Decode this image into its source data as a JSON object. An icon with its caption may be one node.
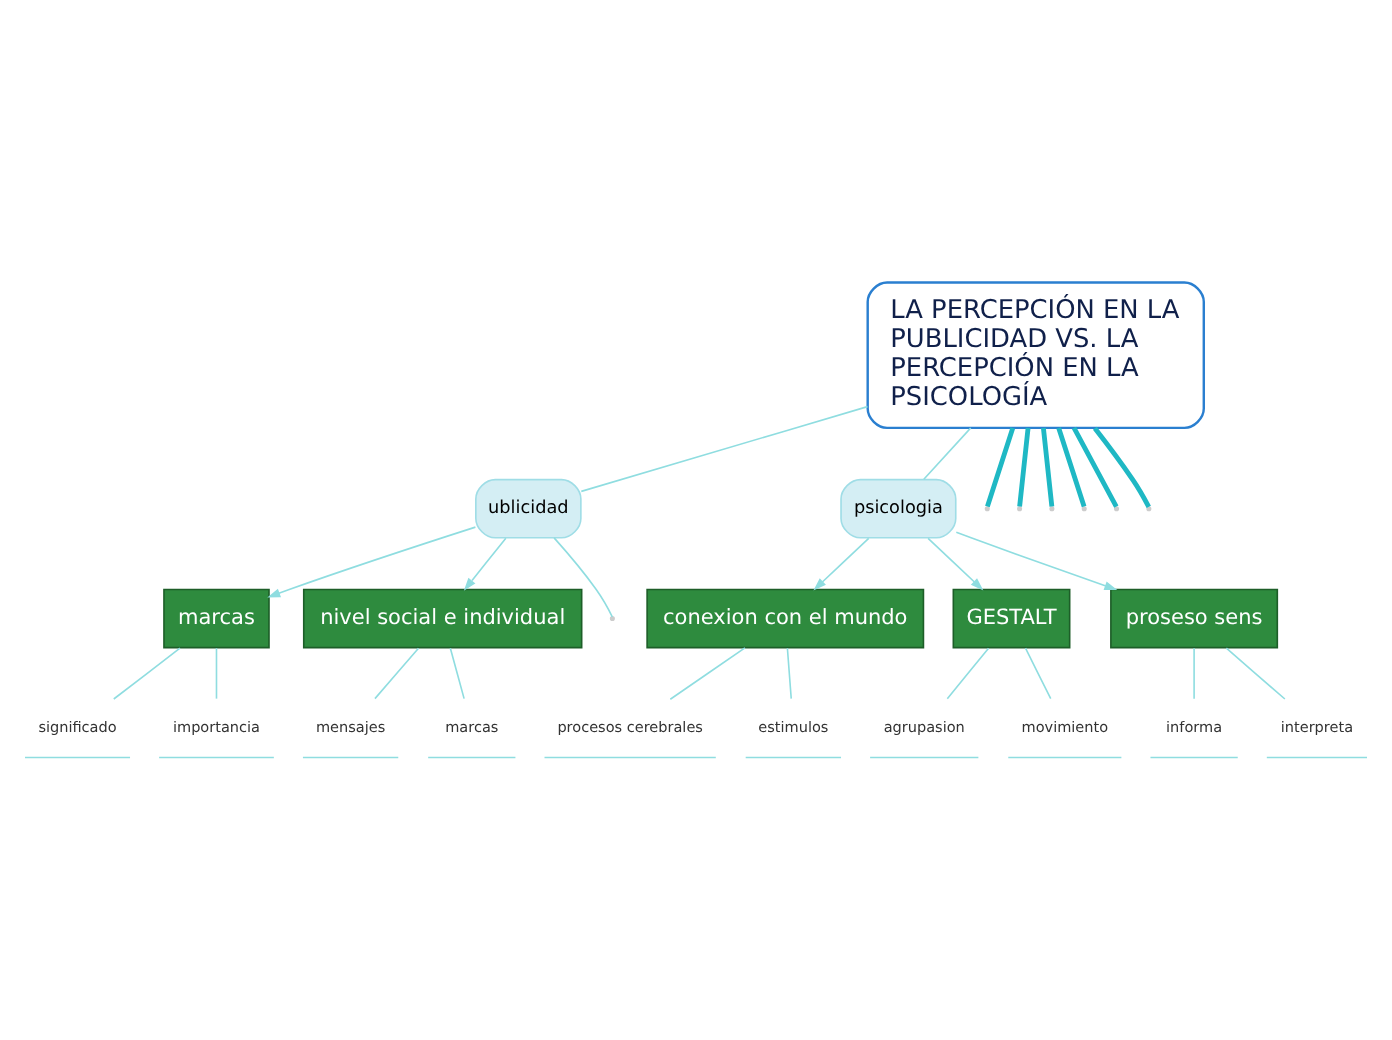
{
  "diagram": {
    "nodes": [
      {
        "text": [
          "LA PERCEPCIÓN EN LA PUBLICIDAD VS. LA PERCEPCIÓN EN LA PSICOLOGÍA"
        ]
      },
      {
        "text": [
          "ublicidad"
        ]
      },
      {
        "text": [
          "marcas"
        ]
      },
      {
        "text": [
          "nivel social e individual"
        ]
      },
      {
        "text": [
          "psicologia"
        ]
      },
      {
        "text": [
          "conexion con el mundo"
        ]
      },
      {
        "text": [
          "GESTALT"
        ]
      },
      {
        "text": [
          "proseso sens"
        ]
      },
      {
        "text": [
          "significado"
        ]
      },
      {
        "text": [
          "importancia"
        ]
      },
      {
        "text": [
          "mensajes"
        ]
      },
      {
        "text": [
          "marcas"
        ]
      },
      {
        "text": [
          "procesos cerebrales"
        ]
      },
      {
        "text": [
          "estimulos"
        ]
      },
      {
        "text": [
          "agrupasion"
        ]
      },
      {
        "text": [
          "movimiento"
        ]
      },
      {
        "text": [
          "informa"
        ]
      },
      {
        "text": [
          "interpreta"
        ]
      }
    ],
    "edges": [
      {
        "from": 0,
        "to": null,
        "arrow": "none",
        "style": "thick",
        "color": "#1fb8c4"
      },
      {
        "from": 0,
        "to": null,
        "arrow": "none",
        "style": "thick",
        "color": "#1fb8c4"
      },
      {
        "from": 0,
        "to": null,
        "arrow": "none",
        "style": "thick",
        "color": "#1fb8c4"
      },
      {
        "from": 0,
        "to": null,
        "arrow": "none",
        "style": "thick",
        "color": "#1fb8c4"
      },
      {
        "from": 0,
        "to": null,
        "arrow": "none",
        "style": "thick",
        "color": "#1fb8c4"
      },
      {
        "from": 0,
        "to": null,
        "arrow": "none",
        "style": "thick",
        "color": "#1fb8c4"
      },
      {
        "from": 0,
        "to": 1,
        "arrow": "none"
      },
      {
        "from": 0,
        "to": 4,
        "arrow": "none"
      },
      {
        "from": 1,
        "to": null,
        "arrow": "none"
      },
      {
        "from": 1,
        "to": 2,
        "arrow": "to"
      },
      {
        "from": 1,
        "to": 3,
        "arrow": "to"
      },
      {
        "from": 4,
        "to": 5,
        "arrow": "to"
      },
      {
        "from": 4,
        "to": 6,
        "arrow": "to"
      },
      {
        "from": 4,
        "to": 7,
        "arrow": "to"
      },
      {
        "from": 2,
        "to": 8,
        "arrow": "none"
      },
      {
        "from": 2,
        "to": 9,
        "arrow": "none"
      },
      {
        "from": 3,
        "to": 10,
        "arrow": "none"
      },
      {
        "from": 3,
        "to": 11,
        "arrow": "none"
      },
      {
        "from": 5,
        "to": 12,
        "arrow": "none"
      },
      {
        "from": 5,
        "to": 13,
        "arrow": "none"
      },
      {
        "from": 6,
        "to": 14,
        "arrow": "none"
      },
      {
        "from": 6,
        "to": 15,
        "arrow": "none"
      },
      {
        "from": 7,
        "to": 16,
        "arrow": "none"
      },
      {
        "from": 7,
        "to": 17,
        "arrow": "none"
      }
    ]
  }
}
